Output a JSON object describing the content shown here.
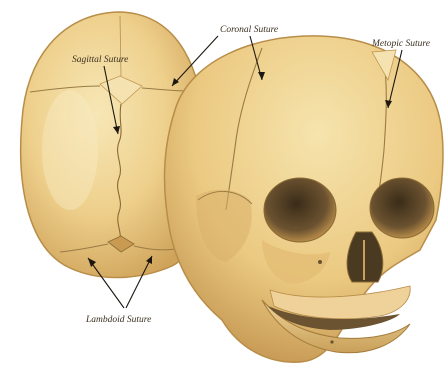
{
  "labels": {
    "coronal": "Coronal Suture",
    "sagittal": "Sagittal Suture",
    "metopic": "Metopic Suture",
    "lambdoid": "Lambdoid Suture"
  },
  "colors": {
    "bone_light": "#f3dfa6",
    "bone_mid": "#e9c77c",
    "bone_shadow": "#c99d4e",
    "bone_dark": "#8a6a33",
    "orbit_dark": "#4a3a22",
    "suture_line": "#9a7b45",
    "label_text": "#3a3020"
  }
}
